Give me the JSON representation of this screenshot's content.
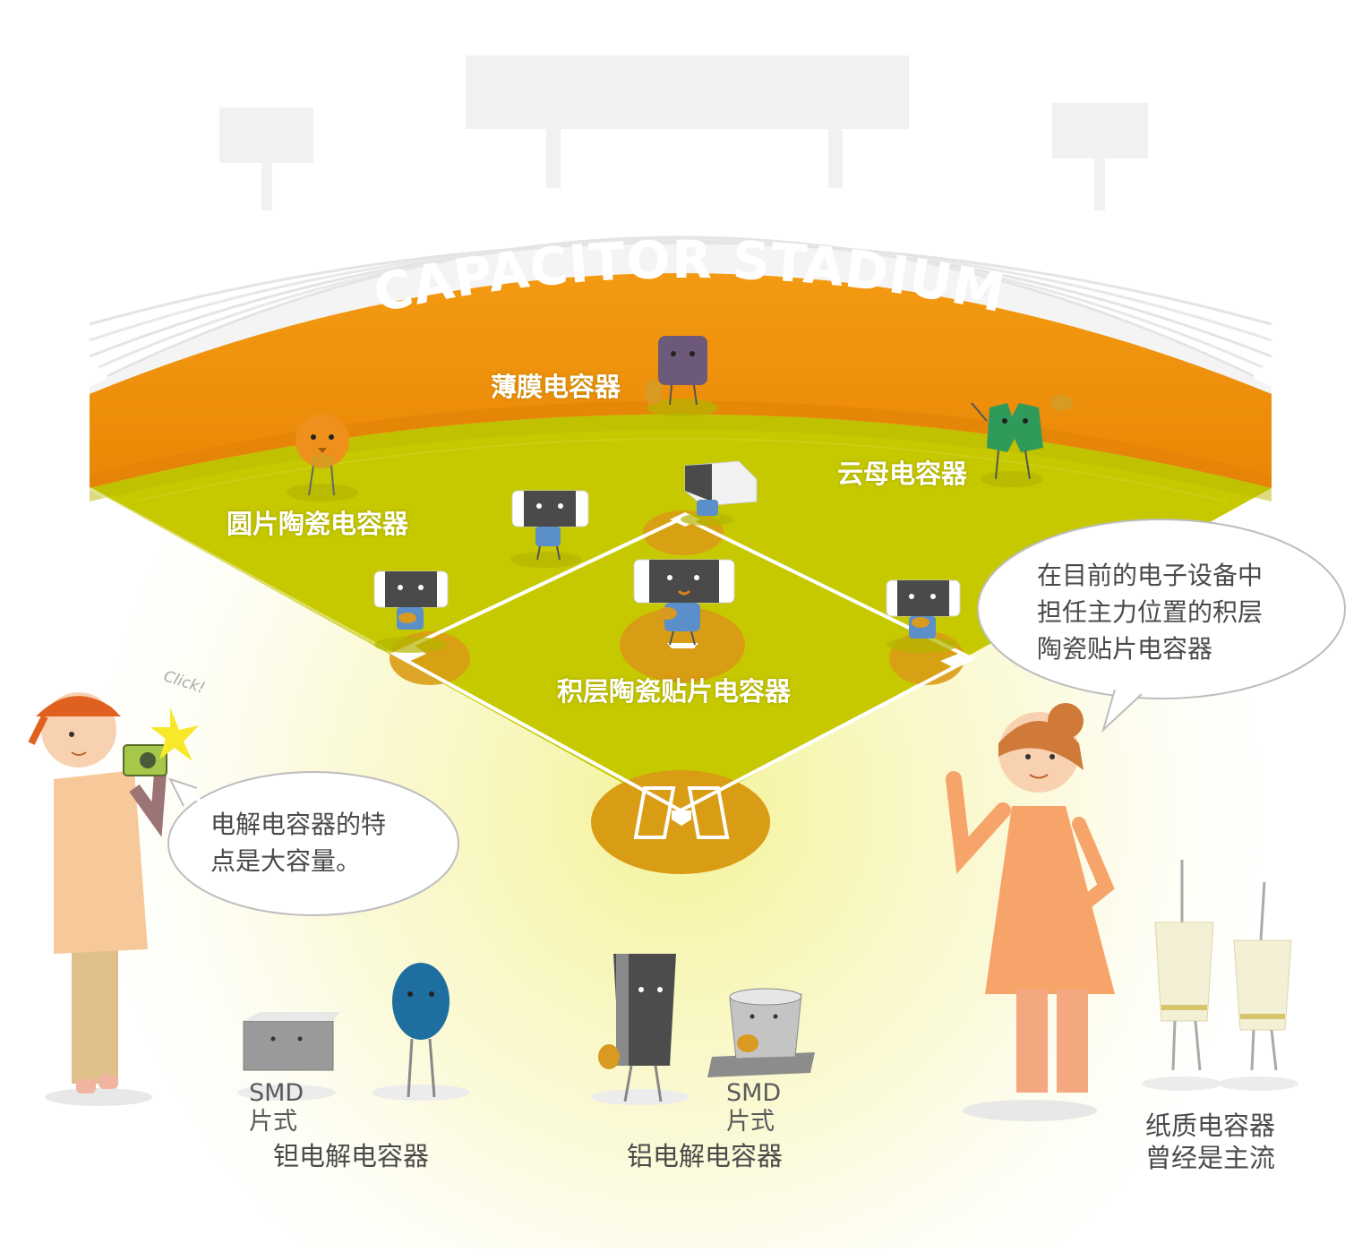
{
  "title": "CAPACITOR STADIUM",
  "positions": {
    "film": "薄膜电容器",
    "mica": "云母电容器",
    "disc_ceramic": "圆片陶瓷电容器",
    "mlcc": "积层陶瓷贴片电容器"
  },
  "bubbles": {
    "left": [
      "电解电容器的特",
      "点是大容量。"
    ],
    "right": [
      "在目前的电子设备中",
      "担任主力位置的积层",
      "陶瓷贴片电容器"
    ]
  },
  "click_text": "Click!",
  "bottom": {
    "tantalum": {
      "line1": "SMD",
      "line2": "片式",
      "name": "钽电解电容器"
    },
    "aluminum": {
      "line1": "SMD",
      "line2": "片式",
      "name": "铝电解电容器"
    },
    "paper": {
      "line1": "纸质电容器",
      "line2": "曾经是主流"
    }
  },
  "colors": {
    "banner": "#f0920a",
    "field": "#c6c800",
    "dirt": "#d99c15",
    "text_dark": "#4a4a4a"
  }
}
